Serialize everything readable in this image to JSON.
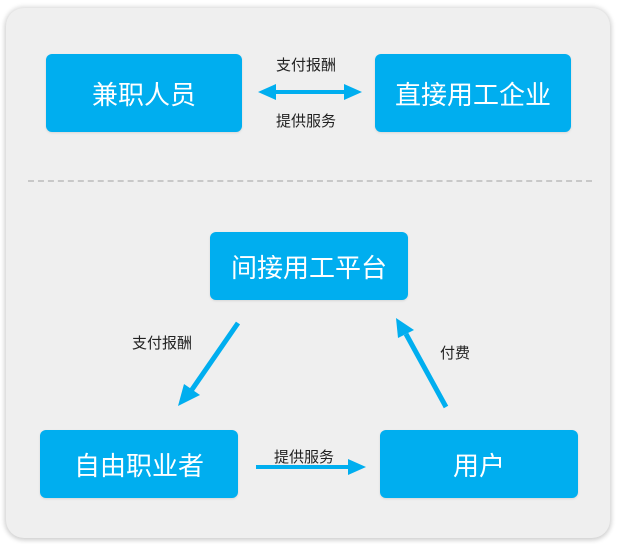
{
  "top": {
    "left_node": "兼职人员",
    "right_node": "直接用工企业",
    "arrow_label_top": "支付报酬",
    "arrow_label_bottom": "提供服务"
  },
  "bottom": {
    "top_node": "间接用工平台",
    "left_node": "自由职业者",
    "right_node": "用户",
    "edge_left_label": "支付报酬",
    "edge_right_label": "付费",
    "edge_bottom_label": "提供服务"
  },
  "colors": {
    "box_fill": "#00aeef",
    "arrow": "#00aeef",
    "panel": "#efefef"
  }
}
